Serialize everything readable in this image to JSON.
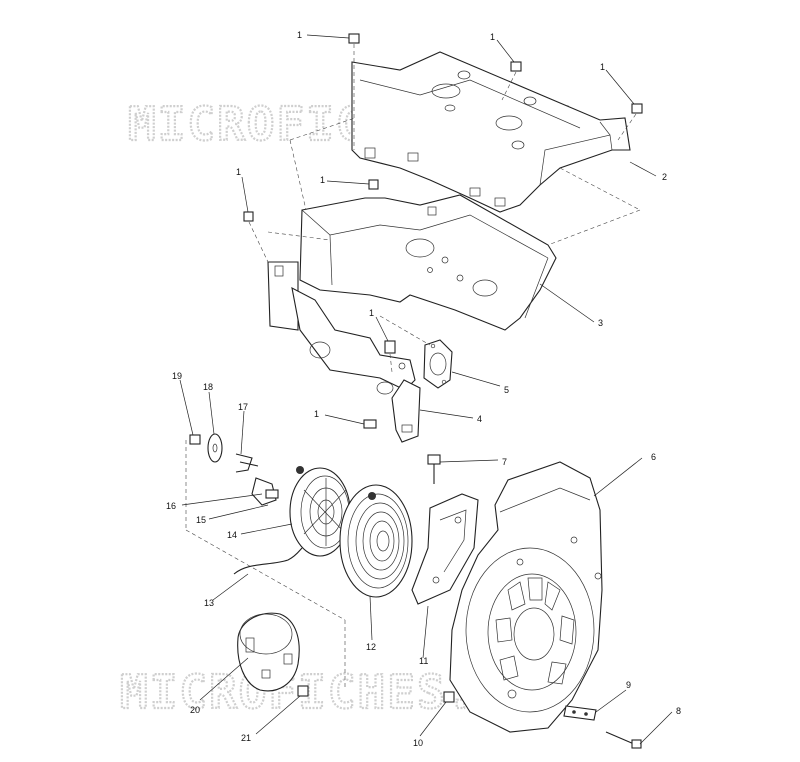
{
  "watermark": {
    "top": "MICROFICHES.NET",
    "bottom": "MICROFICHES.NET"
  },
  "callouts": {
    "c1a": "1",
    "c1b": "1",
    "c1c": "1",
    "c1d": "1",
    "c1e": "1",
    "c1f": "1",
    "c1g": "1",
    "c2": "2",
    "c3": "3",
    "c4": "4",
    "c5": "5",
    "c6": "6",
    "c7": "7",
    "c8": "8",
    "c9": "9",
    "c10": "10",
    "c11": "11",
    "c12": "12",
    "c13": "13",
    "c14": "14",
    "c15": "15",
    "c16": "16",
    "c17": "17",
    "c18": "18",
    "c19": "19",
    "c20": "20",
    "c21": "21"
  },
  "colors": {
    "line": "#222222",
    "watermark_outline": "#cfcfcf",
    "background": "#ffffff"
  }
}
